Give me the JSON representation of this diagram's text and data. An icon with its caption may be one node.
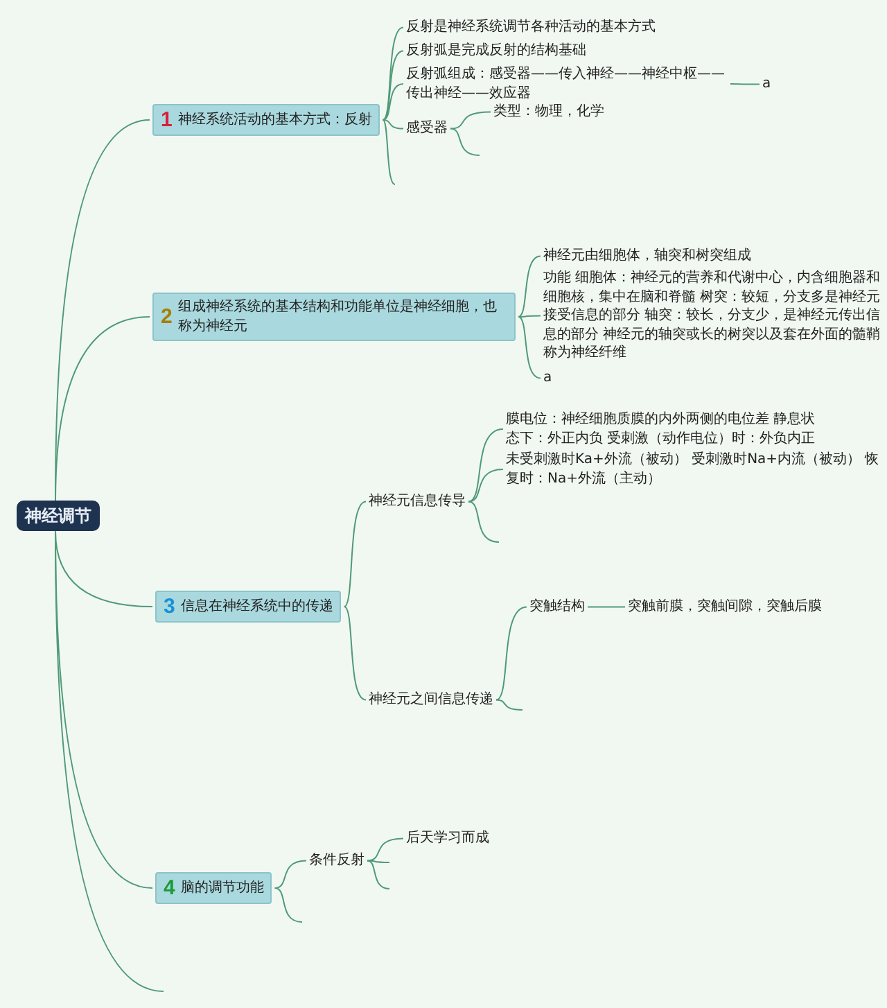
{
  "diagram": {
    "nodes": [
      {
        "text": [
          "神经调节"
        ]
      },
      {
        "text": [
          "1",
          "神经系统活动的基本方式：反射"
        ]
      },
      {
        "text": [
          "反射是神经系统调节各种活动的基本方式"
        ]
      },
      {
        "text": [
          "反射弧是完成反射的结构基础"
        ]
      },
      {
        "text": [
          "反射弧组成：感受器——传入神经——神经中枢——传出神经——效应器"
        ]
      },
      {
        "text": [
          "a"
        ]
      },
      {
        "text": [
          "感受器"
        ]
      },
      {
        "text": [
          "类型：物理，化学"
        ]
      },
      {
        "text": [
          "2",
          "组成神经系统的基本结构和功能单位是神经细胞，也称为神经元"
        ]
      },
      {
        "text": [
          "神经元由细胞体，轴突和树突组成"
        ]
      },
      {
        "text": [
          "功能 细胞体：神经元的营养和代谢中心，内含细胞器和细胞核，集中在脑和脊髓 树突：较短，分支多是神经元接受信息的部分 轴突：较长，分支少，是神经元传出信息的部分 神经元的轴突或长的树突以及套在外面的髓鞘称为神经纤维"
        ]
      },
      {
        "text": [
          "a"
        ]
      },
      {
        "text": [
          "3",
          "信息在神经系统中的传递"
        ]
      },
      {
        "text": [
          "神经元信息传导"
        ]
      },
      {
        "text": [
          "膜电位：神经细胞质膜的内外两侧的电位差 静息状态下：外正内负 受刺激（动作电位）时：外负内正"
        ]
      },
      {
        "text": [
          "未受刺激时Ka+外流（被动） 受刺激时Na+内流（被动） 恢复时：Na+外流（主动）"
        ]
      },
      {
        "text": [
          "神经元之间信息传递"
        ]
      },
      {
        "text": [
          "突触结构"
        ]
      },
      {
        "text": [
          "突触前膜，突触间隙，突触后膜"
        ]
      },
      {
        "text": [
          "4",
          "脑的调节功能"
        ]
      },
      {
        "text": [
          "条件反射"
        ]
      },
      {
        "text": [
          "后天学习而成"
        ]
      }
    ],
    "edges": [
      {
        "from": 0,
        "to": 1,
        "arrow": "none"
      },
      {
        "from": 1,
        "to": 2,
        "arrow": "none"
      },
      {
        "from": 1,
        "to": 3,
        "arrow": "none"
      },
      {
        "from": 1,
        "to": 4,
        "arrow": "none"
      },
      {
        "from": 4,
        "to": 5,
        "arrow": "none"
      },
      {
        "from": 1,
        "to": 6,
        "arrow": "none"
      },
      {
        "from": 6,
        "to": 7,
        "arrow": "none"
      },
      {
        "from": 6,
        "to": null,
        "arrow": "none"
      },
      {
        "from": 1,
        "to": null,
        "arrow": "none"
      },
      {
        "from": 0,
        "to": 8,
        "arrow": "none"
      },
      {
        "from": 8,
        "to": 9,
        "arrow": "none"
      },
      {
        "from": 8,
        "to": 10,
        "arrow": "none"
      },
      {
        "from": 8,
        "to": 11,
        "arrow": "none"
      },
      {
        "from": 0,
        "to": 12,
        "arrow": "none"
      },
      {
        "from": 12,
        "to": 13,
        "arrow": "none"
      },
      {
        "from": 13,
        "to": 14,
        "arrow": "none"
      },
      {
        "from": 13,
        "to": 15,
        "arrow": "none"
      },
      {
        "from": 13,
        "to": null,
        "arrow": "none"
      },
      {
        "from": 12,
        "to": 16,
        "arrow": "none"
      },
      {
        "from": 16,
        "to": 17,
        "arrow": "none"
      },
      {
        "from": 17,
        "to": 18,
        "arrow": "none"
      },
      {
        "from": 16,
        "to": null,
        "arrow": "none"
      },
      {
        "from": 0,
        "to": 19,
        "arrow": "none"
      },
      {
        "from": 19,
        "to": 20,
        "arrow": "none"
      },
      {
        "from": 20,
        "to": 21,
        "arrow": "none"
      },
      {
        "from": 20,
        "to": null,
        "arrow": "none"
      },
      {
        "from": 20,
        "to": null,
        "arrow": "none"
      },
      {
        "from": 19,
        "to": null,
        "arrow": "none"
      },
      {
        "from": 0,
        "to": null,
        "arrow": "none"
      }
    ]
  }
}
